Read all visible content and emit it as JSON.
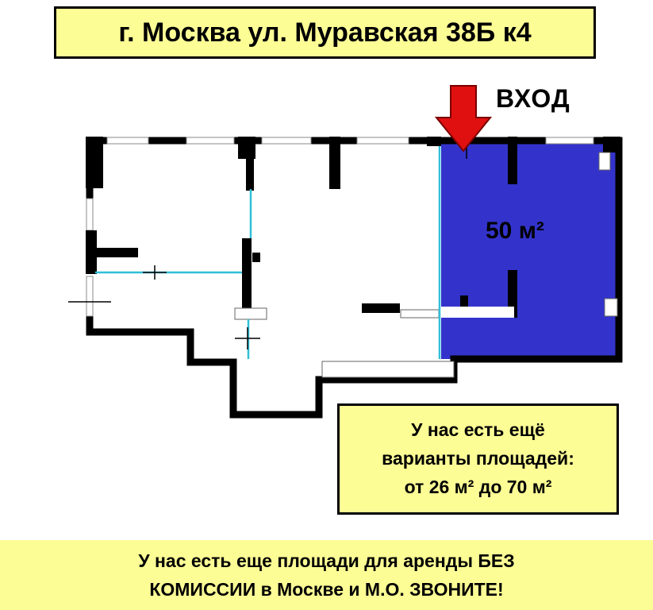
{
  "header": {
    "address": "г. Москва ул. Муравская 38Б к4"
  },
  "entrance": {
    "label": "ВХОД"
  },
  "unit": {
    "area_label": "50 м²"
  },
  "variants_box": {
    "lines": [
      "У нас есть ещё",
      "варианты площадей:",
      "от 26 м² до 70 м²"
    ]
  },
  "banner": {
    "lines": [
      "У нас есть еще площади для аренды БЕЗ",
      "КОМИССИИ в Москве и М.О. ЗВОНИТЕ!"
    ]
  },
  "colors": {
    "highlight_room": "#3333cc",
    "wall": "#000000",
    "label_bg": "#fdfd96",
    "arrow": "#e01010",
    "glass_partition": "#30c0d8"
  }
}
